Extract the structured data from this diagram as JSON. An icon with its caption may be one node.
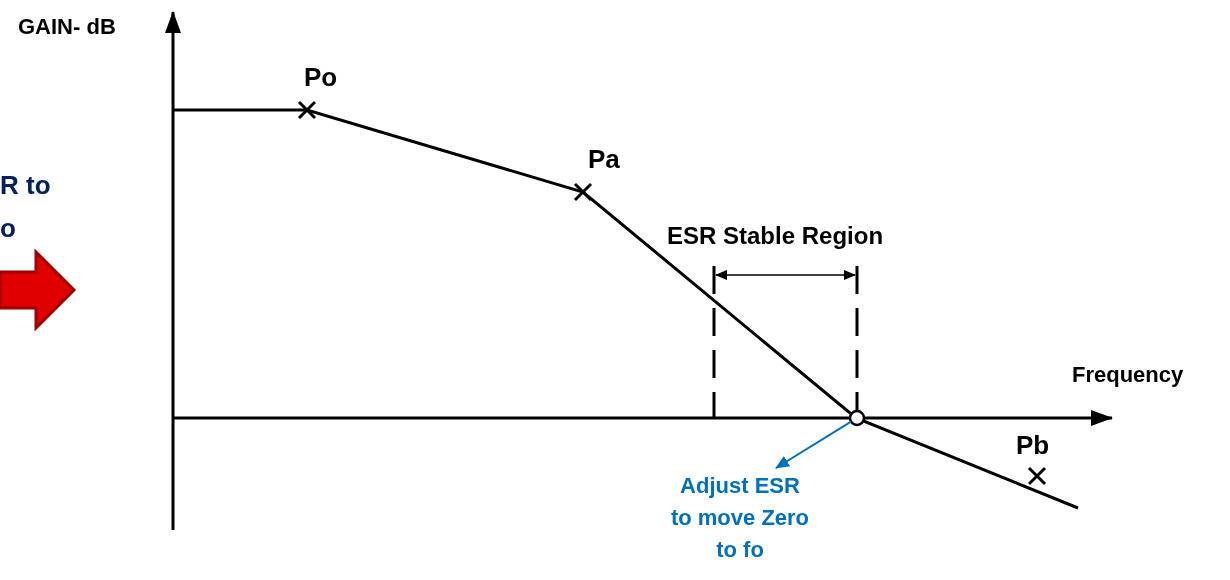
{
  "diagram": {
    "nodes": [
      {
        "text": [],
        "shape": "circle"
      },
      {
        "text": [
          "Adjust ESR to move Zero to fo"
        ]
      }
    ],
    "edges": [
      {
        "from": 0,
        "to": 1,
        "arrow": "to",
        "color": "#0070c0"
      }
    ],
    "labels": [
      "GAIN- dB",
      "Po",
      "R to",
      "Pa",
      "o",
      "ESR Stable Region",
      "Frequency",
      "Pb"
    ]
  }
}
